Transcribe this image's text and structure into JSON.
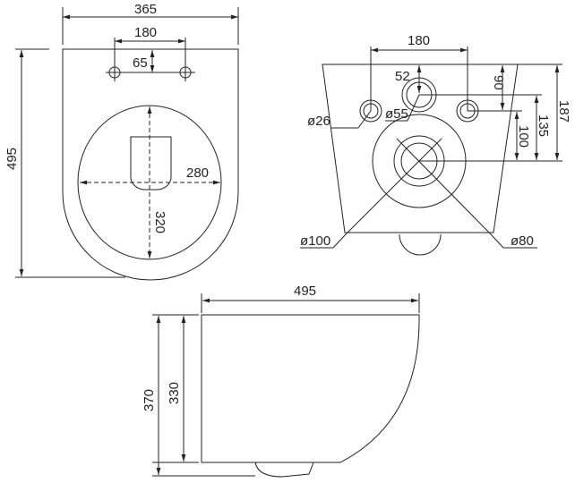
{
  "top_view": {
    "width": "365",
    "length": "495",
    "hole_spacing": "180",
    "hole_offset": "65",
    "bowl_width": "280",
    "bowl_length": "320"
  },
  "rear_view": {
    "hole_spacing": "180",
    "inlet_offset": "52",
    "height_90": "90",
    "height_135": "135",
    "height_100": "100",
    "height_187": "187",
    "dia_26": "ø26",
    "dia_55": "ø55",
    "dia_100": "ø100",
    "dia_80": "ø80"
  },
  "side_view": {
    "length": "495",
    "height_330": "330",
    "height_370": "370"
  }
}
